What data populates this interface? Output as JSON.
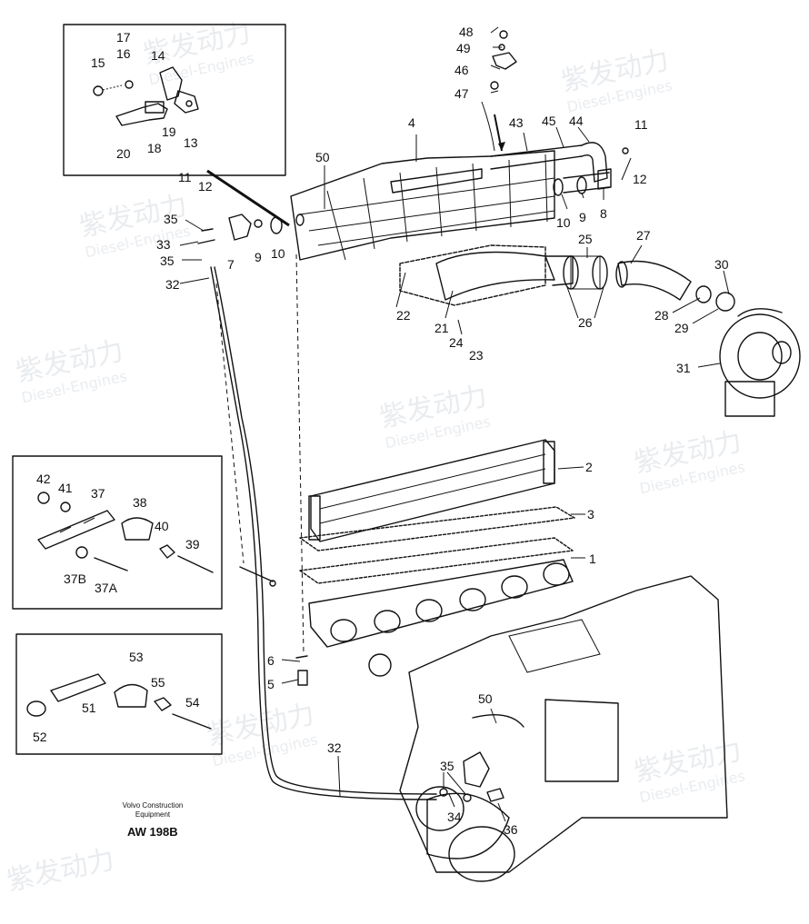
{
  "diagram": {
    "caption_line_1": "Volvo Construction",
    "caption_line_2": "Equipment",
    "drawing_id": "AW 198B",
    "watermark_text": "紫发动力",
    "watermark_subtext": "Diesel-Engines",
    "callouts": {
      "c1": "1",
      "c2": "2",
      "c3": "3",
      "c4": "4",
      "c5": "5",
      "c6": "6",
      "c7": "7",
      "c8": "8",
      "c9a": "9",
      "c9b": "9",
      "c10a": "10",
      "c10b": "10",
      "c11a": "11",
      "c11b": "11",
      "c12a": "12",
      "c12b": "12",
      "c13": "13",
      "c14": "14",
      "c15": "15",
      "c16": "16",
      "c17": "17",
      "c18": "18",
      "c19": "19",
      "c20": "20",
      "c21": "21",
      "c22": "22",
      "c23": "23",
      "c24": "24",
      "c25": "25",
      "c26": "26",
      "c27": "27",
      "c28": "28",
      "c29": "29",
      "c30": "30",
      "c31": "31",
      "c32a": "32",
      "c32b": "32",
      "c33": "33",
      "c34": "34",
      "c35a": "35",
      "c35b": "35",
      "c35c": "35",
      "c36": "36",
      "c37": "37",
      "c37a": "37A",
      "c37b": "37B",
      "c38": "38",
      "c39": "39",
      "c40": "40",
      "c41": "41",
      "c42": "42",
      "c43": "43",
      "c44": "44",
      "c45": "45",
      "c46": "46",
      "c47": "47",
      "c48": "48",
      "c49": "49",
      "c50a": "50",
      "c50b": "50",
      "c51": "51",
      "c52": "52",
      "c53": "53",
      "c54": "54",
      "c55": "55"
    }
  }
}
